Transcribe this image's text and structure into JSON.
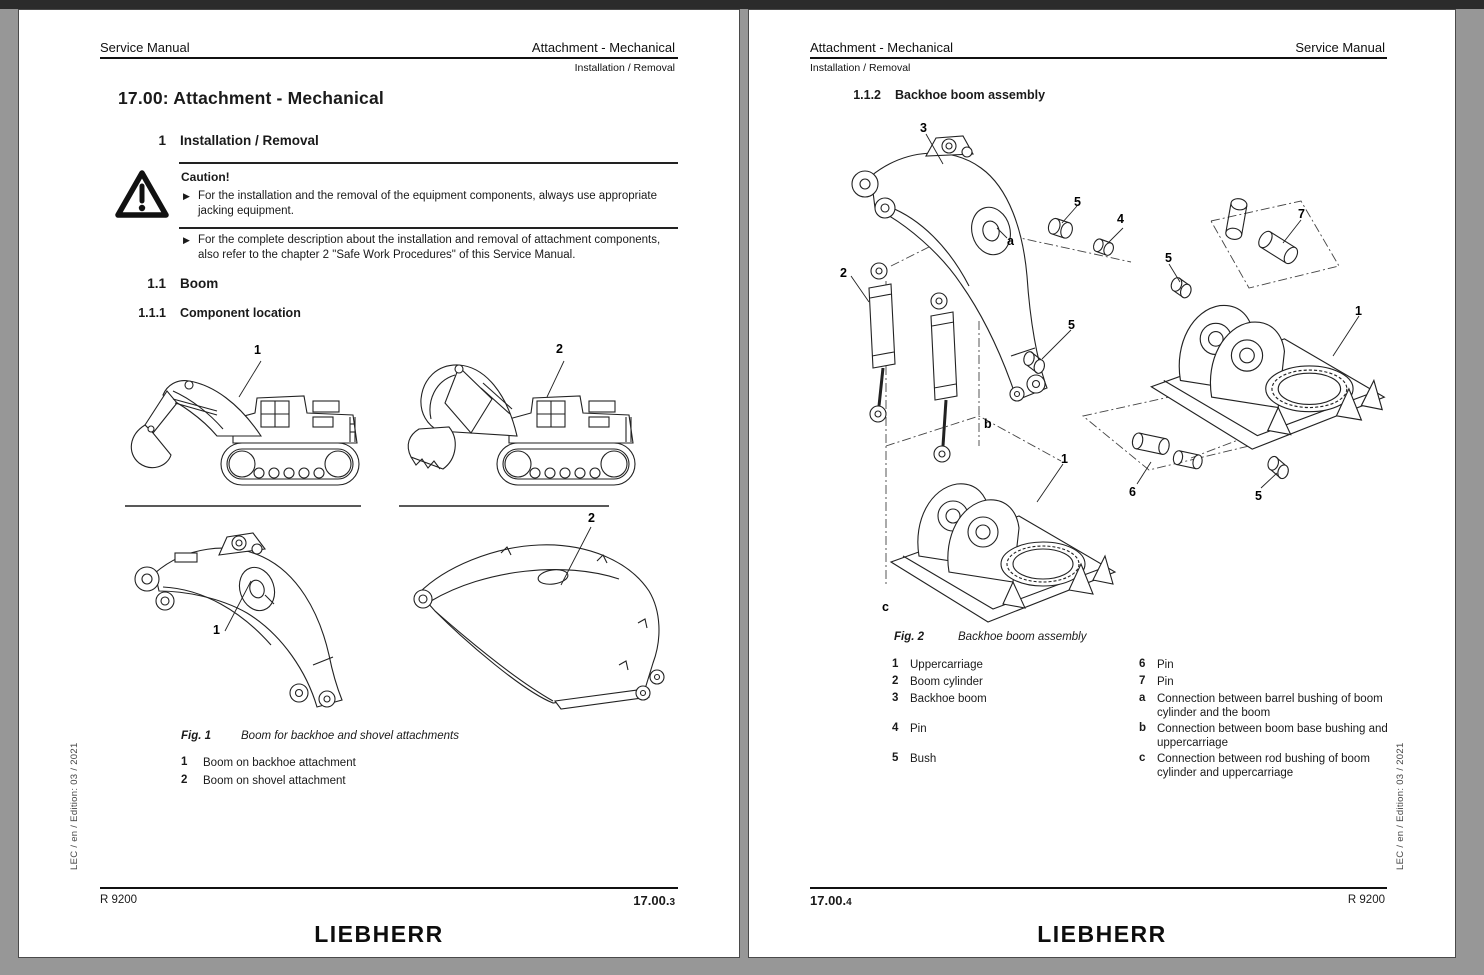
{
  "edition_note": "LEC / en / Edition: 03 / 2021",
  "brand": {
    "logo_text": "LIEBHERR"
  },
  "left_page": {
    "header": {
      "left": "Service Manual",
      "right": "Attachment - Mechanical",
      "sub": "Installation / Removal"
    },
    "chapter_title": "17.00: Attachment - Mechanical",
    "section": {
      "num": "1",
      "label": "Installation / Removal"
    },
    "caution": {
      "title": "Caution!",
      "items": [
        {
          "text": "For the installation and the removal of the equipment components, always use appropriate jacking equipment."
        },
        {
          "text": "For the complete description about the installation and removal of attachment components, also refer to the chapter 2 \"Safe Work Procedures\" of this Service Manual."
        }
      ]
    },
    "sub1": {
      "num": "1.1",
      "label": "Boom"
    },
    "sub2": {
      "num": "1.1.1",
      "label": "Component location"
    },
    "figure": {
      "callouts": [
        {
          "label": "1"
        },
        {
          "label": "2"
        },
        {
          "label": "1"
        },
        {
          "label": "2"
        }
      ],
      "caption_tag": "Fig. 1",
      "caption": "Boom for backhoe and shovel attachments",
      "legend": [
        {
          "num": "1",
          "text": "Boom on backhoe attachment"
        },
        {
          "num": "2",
          "text": "Boom on shovel attachment"
        }
      ]
    },
    "footer": {
      "left": "R 9200",
      "chapter": "17.00.",
      "page": "3"
    }
  },
  "right_page": {
    "header": {
      "left": "Attachment - Mechanical",
      "right": "Service Manual",
      "sub": "Installation / Removal"
    },
    "section": {
      "num": "1.1.2",
      "label": "Backhoe boom assembly"
    },
    "figure": {
      "callouts": [
        {
          "label": "3"
        },
        {
          "label": "5"
        },
        {
          "label": "4"
        },
        {
          "label": "7"
        },
        {
          "label": "a"
        },
        {
          "label": "5"
        },
        {
          "label": "2"
        },
        {
          "label": "1"
        },
        {
          "label": "5"
        },
        {
          "label": "b"
        },
        {
          "label": "1"
        },
        {
          "label": "6"
        },
        {
          "label": "5"
        },
        {
          "label": "c"
        }
      ],
      "caption_tag": "Fig. 2",
      "caption": "Backhoe boom assembly",
      "legend_left": [
        {
          "num": "1",
          "text": "Uppercarriage"
        },
        {
          "num": "2",
          "text": "Boom cylinder"
        },
        {
          "num": "3",
          "text": "Backhoe boom"
        },
        {
          "num": "4",
          "text": "Pin"
        },
        {
          "num": "5",
          "text": "Bush"
        }
      ],
      "legend_right": [
        {
          "num": "6",
          "text": "Pin"
        },
        {
          "num": "7",
          "text": "Pin"
        },
        {
          "num": "a",
          "text": "Connection between barrel bushing of boom cylinder and the boom"
        },
        {
          "num": "b",
          "text": "Connection between boom base bushing and uppercarriage"
        },
        {
          "num": "c",
          "text": "Connection between rod bushing of boom cylinder and uppercarriage"
        }
      ]
    },
    "footer": {
      "chapter": "17.00.",
      "page": "4",
      "right": "R 9200"
    }
  }
}
